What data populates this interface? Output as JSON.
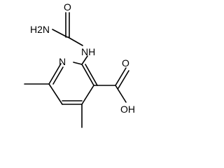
{
  "molecule": {
    "atoms": {
      "nh2": "H2N",
      "o_carbonyl": "O",
      "nh": "NH",
      "n_ring": "N",
      "o_acid": "O",
      "oh": "OH"
    },
    "colors": {
      "background": "#ffffff",
      "bond": "#000000",
      "label": "#000000"
    }
  }
}
